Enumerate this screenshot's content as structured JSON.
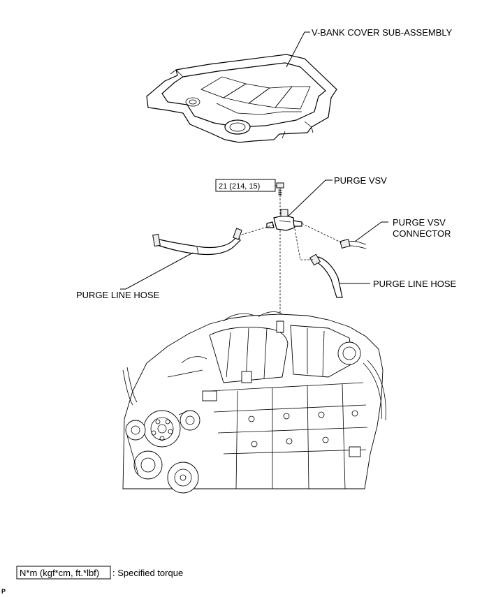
{
  "labels": {
    "vbank_cover": "V-BANK COVER SUB-ASSEMBLY",
    "torque_value": "21 (214, 15)",
    "purge_vsv": "PURGE VSV",
    "purge_vsv_connector_line1": "PURGE VSV",
    "purge_vsv_connector_line2": "CONNECTOR",
    "purge_line_hose_left": "PURGE LINE HOSE",
    "purge_line_hose_right": "PURGE LINE HOSE"
  },
  "legend": {
    "unit_box": "N*m (kgf*cm, ft.*lbf)",
    "description": ": Specified torque"
  },
  "corner_mark": "P"
}
